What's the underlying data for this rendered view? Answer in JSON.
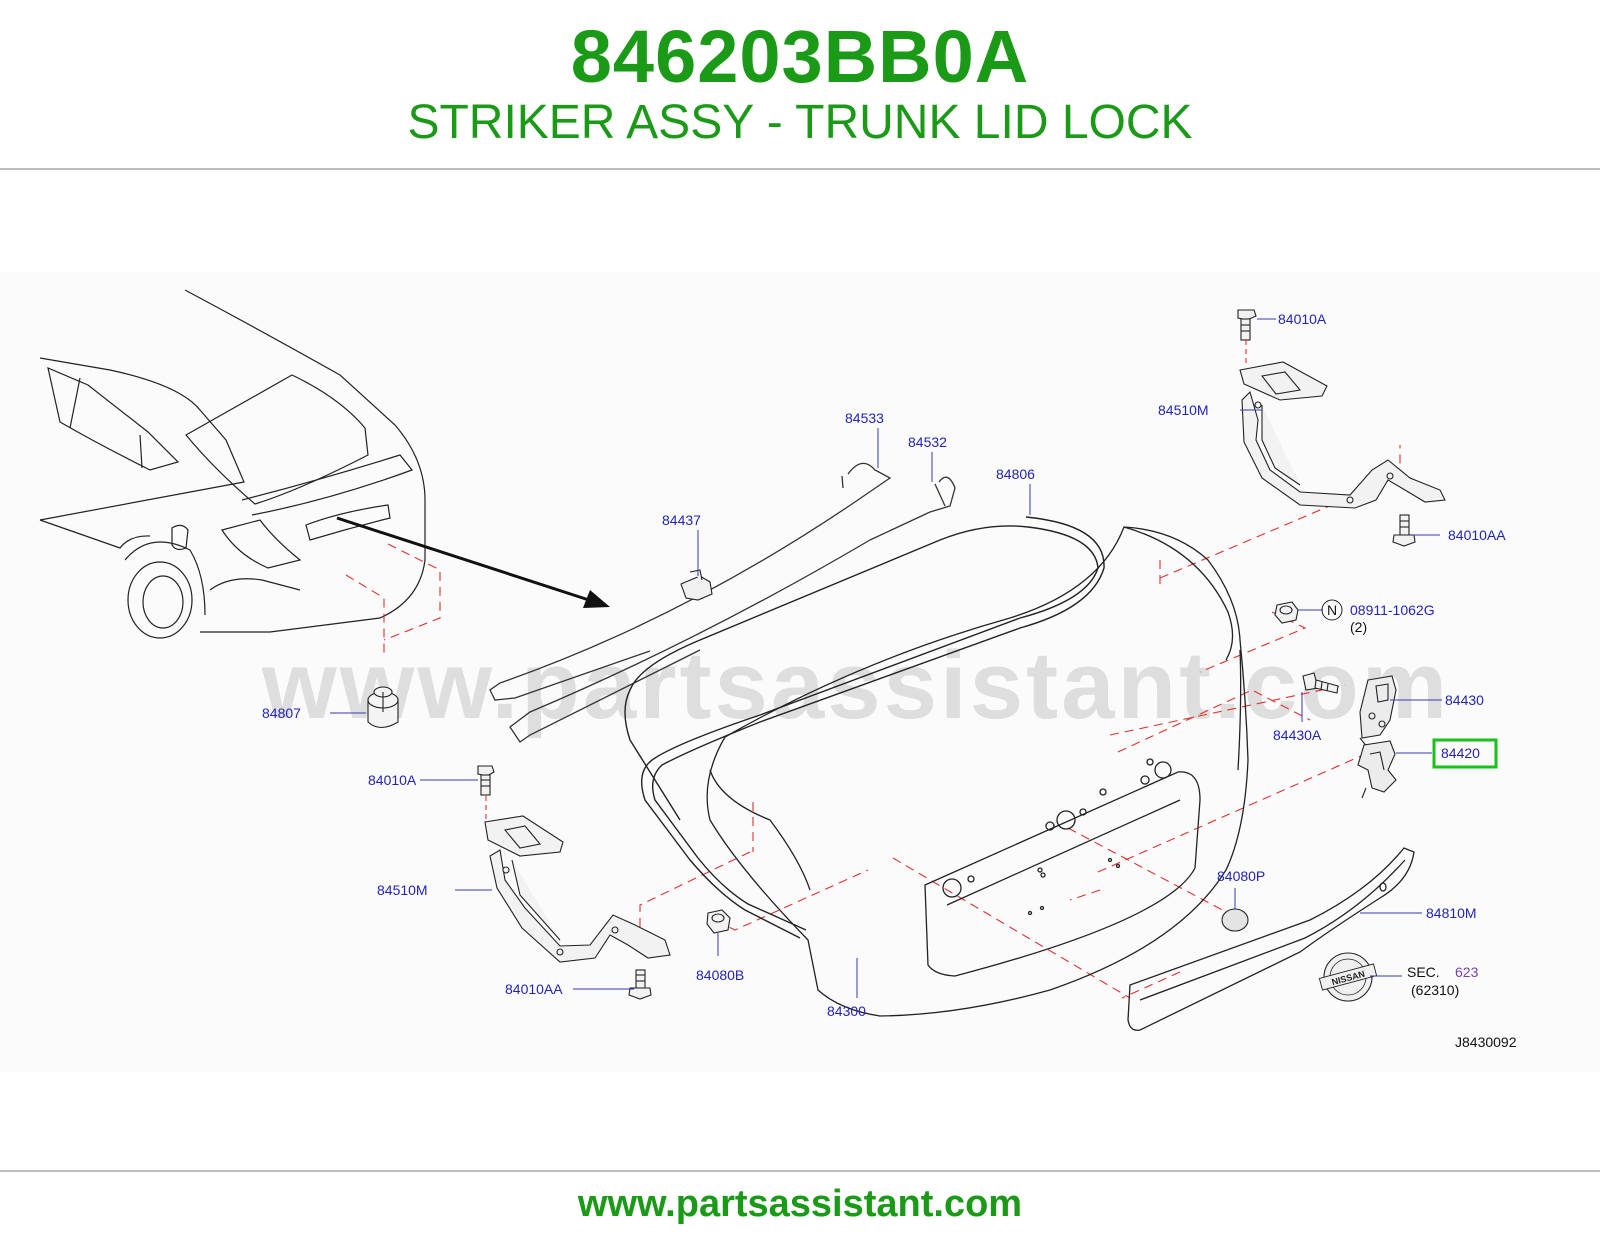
{
  "header": {
    "part_number": "846203BB0A",
    "part_name": "STRIKER ASSY - TRUNK LID LOCK"
  },
  "diagram": {
    "watermark": "www.partsassistant.com",
    "diagram_code": "J8430092",
    "highlight_color": "#19c219",
    "callouts": {
      "c84010A_top": "84010A",
      "c84510M_right": "84510M",
      "c84010AA_right": "84010AA",
      "c84533": "84533",
      "c84532": "84532",
      "c84806": "84806",
      "c84437": "84437",
      "c84807": "84807",
      "c84010A_left": "84010A",
      "c84510M_left": "84510M",
      "c84010AA_left": "84010AA",
      "c84080B": "84080B",
      "c84300": "84300",
      "c08911": "08911-1062G",
      "c08911_qty": "(2)",
      "c84430": "84430",
      "c84430A": "84430A",
      "c84420": "84420",
      "c84080P": "84080P",
      "c84810M": "84810M",
      "sec_prefix": "SEC.",
      "sec_number": "623",
      "sec_sub": "(62310)",
      "n_symbol": "N",
      "emblem": "NISSAN"
    }
  },
  "footer": {
    "url": "www.partsassistant.com"
  }
}
